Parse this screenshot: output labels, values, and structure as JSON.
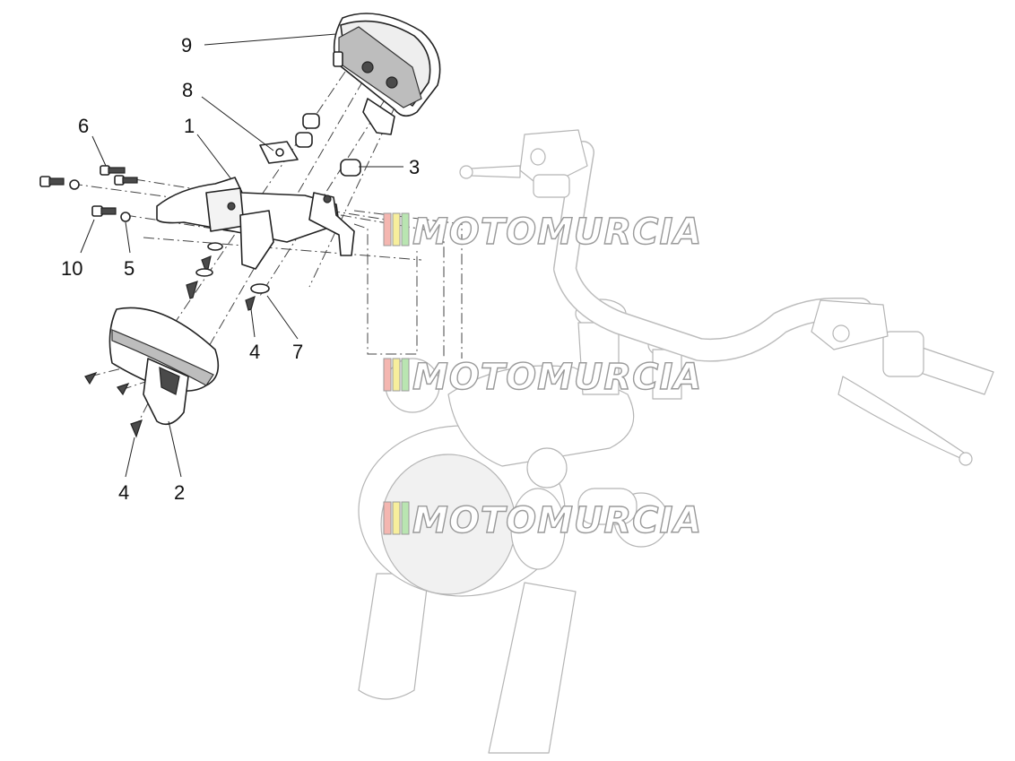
{
  "callouts": [
    {
      "id": "9",
      "label": "9"
    },
    {
      "id": "8",
      "label": "8"
    },
    {
      "id": "1",
      "label": "1"
    },
    {
      "id": "6",
      "label": "6"
    },
    {
      "id": "3",
      "label": "3"
    },
    {
      "id": "10",
      "label": "10"
    },
    {
      "id": "5",
      "label": "5"
    },
    {
      "id": "4a",
      "label": "4"
    },
    {
      "id": "7",
      "label": "7"
    },
    {
      "id": "4b",
      "label": "4"
    },
    {
      "id": "2",
      "label": "2"
    }
  ],
  "watermark": {
    "text": "MOTOMURCIA",
    "stripe_colors": [
      "#f4b6b0",
      "#f7ee9c",
      "#b9e5b1"
    ]
  }
}
